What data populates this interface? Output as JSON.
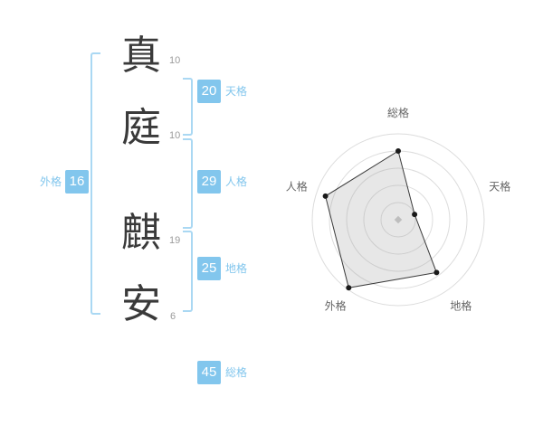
{
  "name": {
    "characters": [
      {
        "char": "真",
        "strokes": "10"
      },
      {
        "char": "庭",
        "strokes": "10"
      },
      {
        "char": "麒",
        "strokes": "19"
      },
      {
        "char": "安",
        "strokes": "6"
      }
    ]
  },
  "fortune": {
    "tenkaku": {
      "label": "天格",
      "value": "20"
    },
    "jinkaku": {
      "label": "人格",
      "value": "29"
    },
    "chikaku": {
      "label": "地格",
      "value": "25"
    },
    "gaikaku": {
      "label": "外格",
      "value": "16"
    },
    "soukaku": {
      "label": "総格",
      "value": "45"
    }
  },
  "colors": {
    "badge_blue": "#82c6ed",
    "bracket_blue": "#aad8f3",
    "stroke_number_gray": "#9b9b9b",
    "kanji_dark": "#3a3a3a"
  },
  "chart_data": {
    "type": "radar",
    "axes": [
      "総格",
      "天格",
      "地格",
      "外格",
      "人格"
    ],
    "values_normalized": [
      0.8,
      0.2,
      0.76,
      0.98,
      0.89
    ],
    "axis_values_from_badges": {
      "総格": 45,
      "天格": 20,
      "地格": 25,
      "外格": 16,
      "人格": 29
    },
    "rings": 5,
    "start_angle_deg": -90,
    "direction": "clockwise",
    "grid": "concentric-circles",
    "legend": "none",
    "label_radius": 118,
    "outer_radius": 95,
    "ring_color": "#dcdcdc",
    "fill_color": "rgba(160,160,160,0.25)",
    "line_color": "#3a3a3a",
    "point_color": "#1a1a1a",
    "label_color": "#666666",
    "center_dot_color": "#c9c9c9"
  }
}
